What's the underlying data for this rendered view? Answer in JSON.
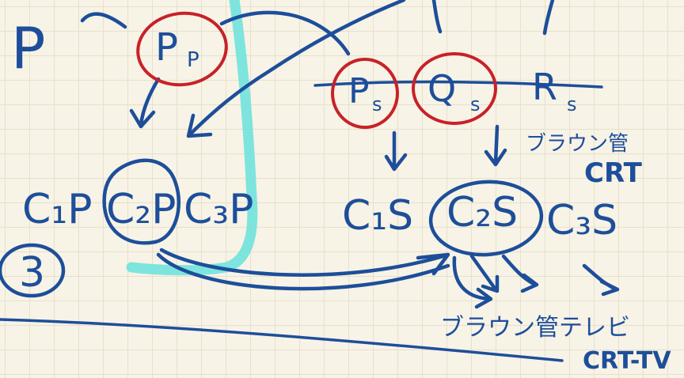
{
  "labels": {
    "p_big": "P",
    "pp_main": "P",
    "pp_sub": "P",
    "ps_main": "P",
    "ps_sub": "s",
    "qs_main": "Q",
    "qs_sub": "s",
    "rs_main": "R",
    "rs_sub": "s",
    "c1p": "C₁P",
    "c2p": "C₂P",
    "c3p": "C₃P",
    "c1s": "C₁S",
    "c2s": "C₂S",
    "c3s": "C₃S",
    "num3": "3",
    "crt_jp": "ブラウン管",
    "crt": "CRT",
    "crttv_jp": "ブラウン管テレビ",
    "crttv": "CRT-TV"
  },
  "colors": {
    "ink": "#1d4e9a",
    "red": "#c82128",
    "highlight": "#6fe3dc",
    "paper": "#f7f3e6"
  }
}
